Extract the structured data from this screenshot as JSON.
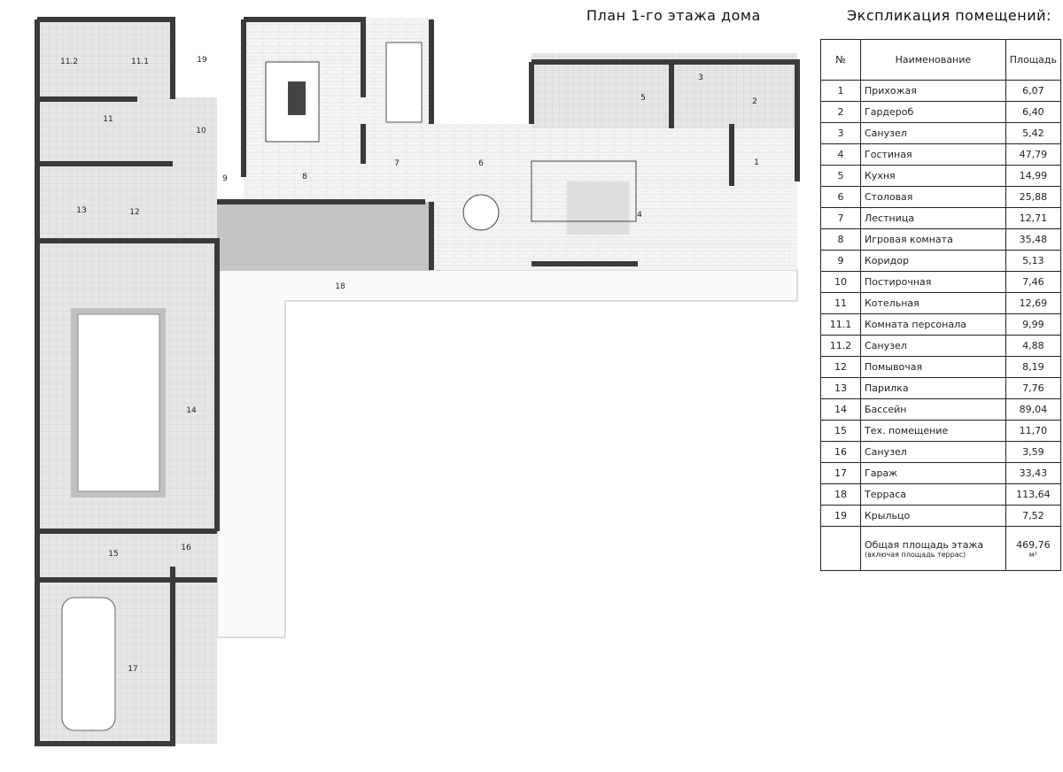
{
  "plan_title": "План 1-го этажа дома",
  "table": {
    "title": "Экспликация помещений:",
    "headers": {
      "num": "№",
      "name": "Наименование",
      "area": "Площадь"
    },
    "rows": [
      {
        "num": "1",
        "name": "Прихожая",
        "area": "6,07"
      },
      {
        "num": "2",
        "name": "Гардероб",
        "area": "6,40"
      },
      {
        "num": "3",
        "name": "Санузел",
        "area": "5,42"
      },
      {
        "num": "4",
        "name": "Гостиная",
        "area": "47,79"
      },
      {
        "num": "5",
        "name": "Кухня",
        "area": "14,99"
      },
      {
        "num": "6",
        "name": "Столовая",
        "area": "25,88"
      },
      {
        "num": "7",
        "name": "Лестница",
        "area": "12,71"
      },
      {
        "num": "8",
        "name": "Игровая комната",
        "area": "35,48"
      },
      {
        "num": "9",
        "name": "Коридор",
        "area": "5,13"
      },
      {
        "num": "10",
        "name": "Постирочная",
        "area": "7,46"
      },
      {
        "num": "11",
        "name": "Котельная",
        "area": "12,69"
      },
      {
        "num": "11.1",
        "name": "Комната персонала",
        "area": "9,99"
      },
      {
        "num": "11.2",
        "name": "Санузел",
        "area": "4,88"
      },
      {
        "num": "12",
        "name": "Помывочая",
        "area": "8,19"
      },
      {
        "num": "13",
        "name": "Парилка",
        "area": "7,76"
      },
      {
        "num": "14",
        "name": "Бассейн",
        "area": "89,04"
      },
      {
        "num": "15",
        "name": "Тех. помещение",
        "area": "11,70"
      },
      {
        "num": "16",
        "name": "Санузел",
        "area": "3,59"
      },
      {
        "num": "17",
        "name": "Гараж",
        "area": "33,43"
      },
      {
        "num": "18",
        "name": "Терраса",
        "area": "113,64"
      },
      {
        "num": "19",
        "name": "Крыльцо",
        "area": "7,52"
      }
    ],
    "total": {
      "label": "Общая площадь этажа",
      "sublabel": "(включая площадь террас)",
      "value": "469,76",
      "unit": "м²"
    }
  },
  "room_labels": [
    "11.2",
    "11.1",
    "19",
    "11",
    "10",
    "9",
    "13",
    "12",
    "14",
    "15",
    "16",
    "17",
    "8",
    "7",
    "6",
    "5",
    "3",
    "2",
    "1",
    "4",
    "18"
  ],
  "colors": {
    "wall": "#3a3a3a",
    "floor": "#e4e4e4",
    "tile": "#c8c8c8"
  }
}
